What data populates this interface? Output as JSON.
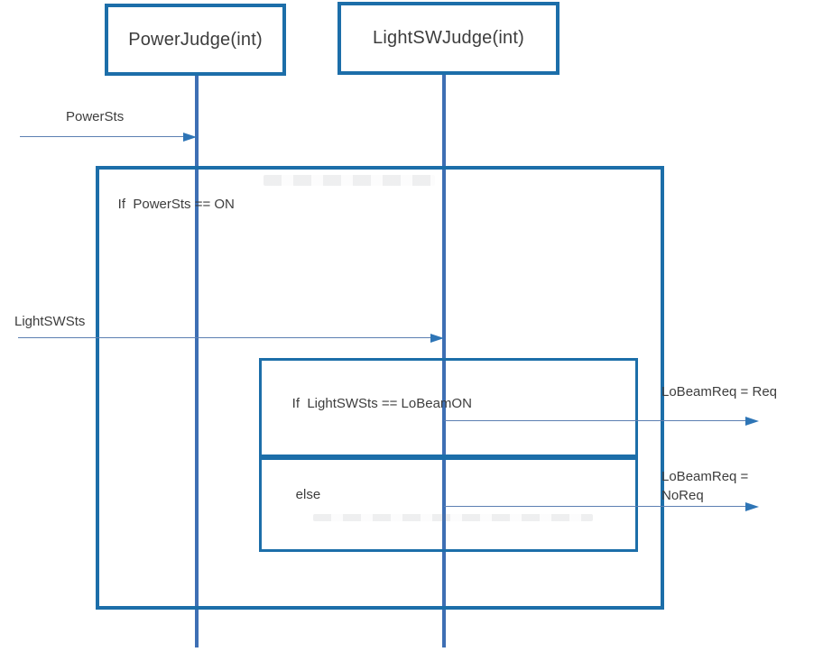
{
  "diagram": {
    "type": "sequence-diagram",
    "actors": [
      {
        "label": "PowerJudge(int)"
      },
      {
        "label": "LightSWJudge(int)"
      }
    ],
    "messages": [
      {
        "label": "PowerSts",
        "from": "external-left",
        "to": "PowerJudge(int)",
        "direction": "right"
      },
      {
        "label": "LightSWSts",
        "from": "external-left",
        "to": "LightSWJudge(int)",
        "direction": "right"
      },
      {
        "label": "LoBeamReq = Req",
        "from": "LightSWJudge(int)",
        "to": "external-right",
        "direction": "right"
      },
      {
        "label": "LoBeamReq =\nNoReq",
        "from": "LightSWJudge(int)",
        "to": "external-right",
        "direction": "right"
      }
    ],
    "fragments": [
      {
        "condition": "If  PowerSts == ON"
      },
      {
        "condition": "If  LightSWSts == LoBeamON"
      },
      {
        "condition": "else"
      }
    ],
    "colors": {
      "frame_border": "#1C6EA9",
      "lifeline": "#3E6FB4",
      "arrow_line": "#5C7FB2",
      "arrowhead": "#2E75B6",
      "text": "#3D3D3D",
      "background": "#FFFFFF"
    }
  }
}
